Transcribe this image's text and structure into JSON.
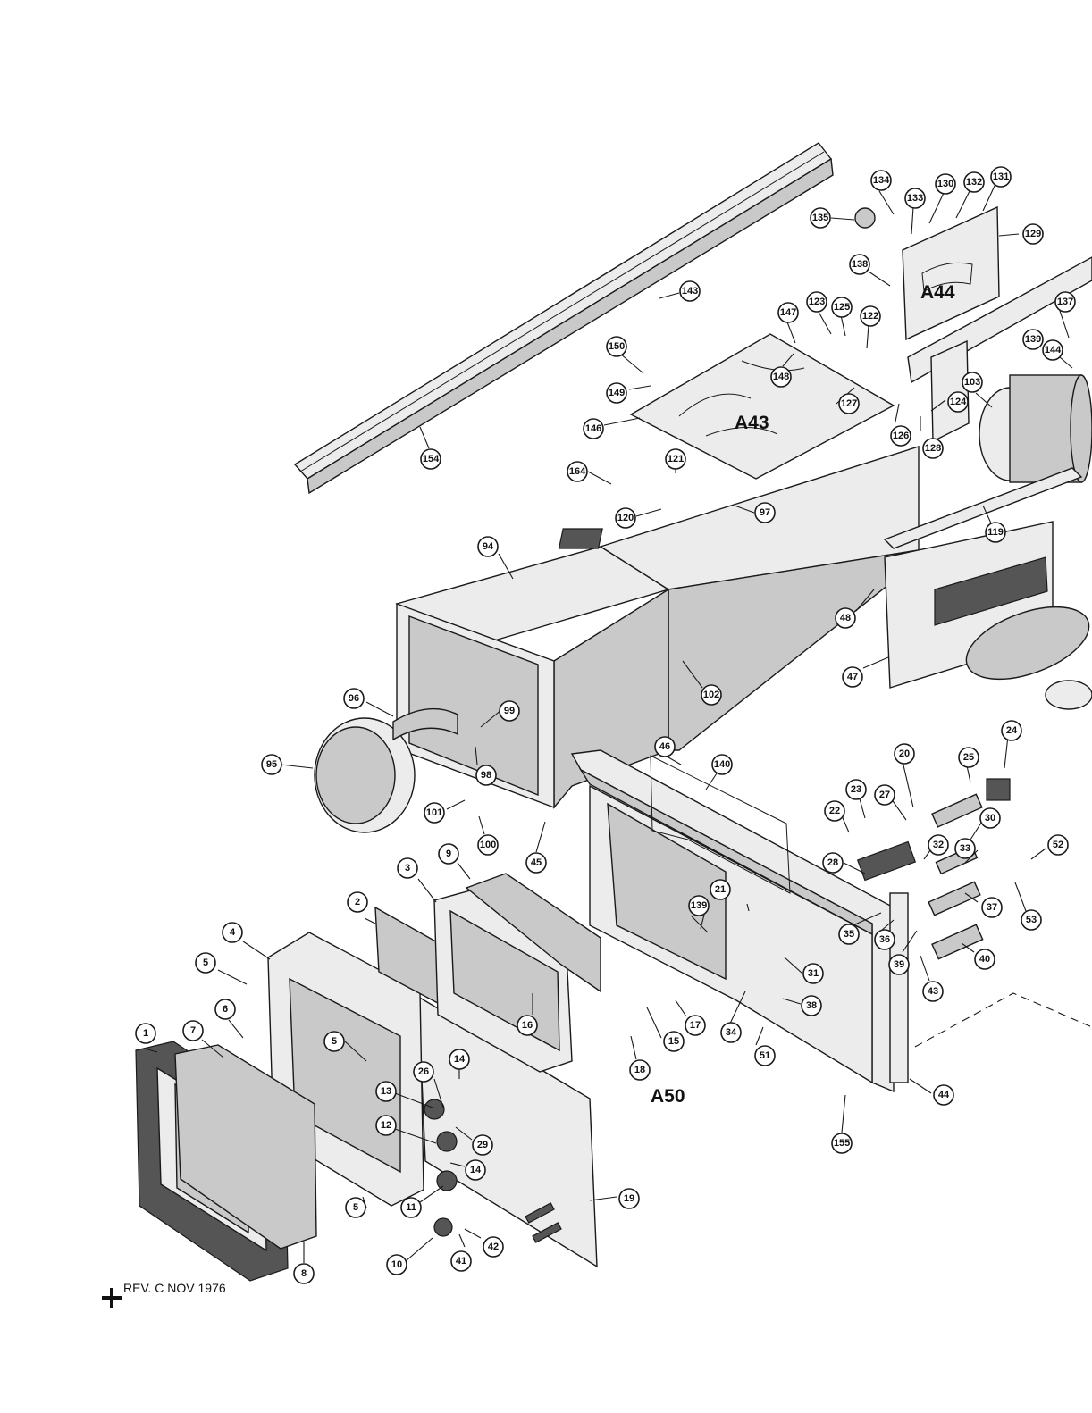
{
  "assembly_labels": {
    "a43": "A43",
    "a44": "A44",
    "a50": "A50"
  },
  "revision": "REV. C NOV 1976",
  "callouts": [
    {
      "id": "c1",
      "label": "1"
    },
    {
      "id": "c2",
      "label": "2"
    },
    {
      "id": "c3",
      "label": "3"
    },
    {
      "id": "c4",
      "label": "4"
    },
    {
      "id": "c5a",
      "label": "5"
    },
    {
      "id": "c5b",
      "label": "5"
    },
    {
      "id": "c5c",
      "label": "5"
    },
    {
      "id": "c6",
      "label": "6"
    },
    {
      "id": "c7",
      "label": "7"
    },
    {
      "id": "c8",
      "label": "8"
    },
    {
      "id": "c9",
      "label": "9"
    },
    {
      "id": "c10",
      "label": "10"
    },
    {
      "id": "c11",
      "label": "11"
    },
    {
      "id": "c12",
      "label": "12"
    },
    {
      "id": "c13",
      "label": "13"
    },
    {
      "id": "c14a",
      "label": "14"
    },
    {
      "id": "c14b",
      "label": "14"
    },
    {
      "id": "c15",
      "label": "15"
    },
    {
      "id": "c16",
      "label": "16"
    },
    {
      "id": "c17",
      "label": "17"
    },
    {
      "id": "c18",
      "label": "18"
    },
    {
      "id": "c19",
      "label": "19"
    },
    {
      "id": "c20",
      "label": "20"
    },
    {
      "id": "c21",
      "label": "21"
    },
    {
      "id": "c22",
      "label": "22"
    },
    {
      "id": "c23",
      "label": "23"
    },
    {
      "id": "c24",
      "label": "24"
    },
    {
      "id": "c25",
      "label": "25"
    },
    {
      "id": "c26",
      "label": "26"
    },
    {
      "id": "c27",
      "label": "27"
    },
    {
      "id": "c28",
      "label": "28"
    },
    {
      "id": "c29",
      "label": "29"
    },
    {
      "id": "c30",
      "label": "30"
    },
    {
      "id": "c31",
      "label": "31"
    },
    {
      "id": "c32",
      "label": "32"
    },
    {
      "id": "c33",
      "label": "33"
    },
    {
      "id": "c34",
      "label": "34"
    },
    {
      "id": "c35",
      "label": "35"
    },
    {
      "id": "c36",
      "label": "36"
    },
    {
      "id": "c37",
      "label": "37"
    },
    {
      "id": "c38",
      "label": "38"
    },
    {
      "id": "c39",
      "label": "39"
    },
    {
      "id": "c40",
      "label": "40"
    },
    {
      "id": "c41",
      "label": "41"
    },
    {
      "id": "c42",
      "label": "42"
    },
    {
      "id": "c43",
      "label": "43"
    },
    {
      "id": "c44",
      "label": "44"
    },
    {
      "id": "c45",
      "label": "45"
    },
    {
      "id": "c46",
      "label": "46"
    },
    {
      "id": "c47",
      "label": "47"
    },
    {
      "id": "c48",
      "label": "48"
    },
    {
      "id": "c51",
      "label": "51"
    },
    {
      "id": "c52",
      "label": "52"
    },
    {
      "id": "c53",
      "label": "53"
    },
    {
      "id": "c94",
      "label": "94"
    },
    {
      "id": "c95",
      "label": "95"
    },
    {
      "id": "c96",
      "label": "96"
    },
    {
      "id": "c97",
      "label": "97"
    },
    {
      "id": "c98",
      "label": "98"
    },
    {
      "id": "c99",
      "label": "99"
    },
    {
      "id": "c100",
      "label": "100"
    },
    {
      "id": "c101",
      "label": "101"
    },
    {
      "id": "c102",
      "label": "102"
    },
    {
      "id": "c103",
      "label": "103"
    },
    {
      "id": "c119",
      "label": "119"
    },
    {
      "id": "c120",
      "label": "120"
    },
    {
      "id": "c121",
      "label": "121"
    },
    {
      "id": "c122",
      "label": "122"
    },
    {
      "id": "c123",
      "label": "123"
    },
    {
      "id": "c124",
      "label": "124"
    },
    {
      "id": "c125",
      "label": "125"
    },
    {
      "id": "c126",
      "label": "126"
    },
    {
      "id": "c127",
      "label": "127"
    },
    {
      "id": "c128",
      "label": "128"
    },
    {
      "id": "c129",
      "label": "129"
    },
    {
      "id": "c130",
      "label": "130"
    },
    {
      "id": "c131",
      "label": "131"
    },
    {
      "id": "c132",
      "label": "132"
    },
    {
      "id": "c133",
      "label": "133"
    },
    {
      "id": "c134",
      "label": "134"
    },
    {
      "id": "c135",
      "label": "135"
    },
    {
      "id": "c137",
      "label": "137"
    },
    {
      "id": "c138",
      "label": "138"
    },
    {
      "id": "c139a",
      "label": "139"
    },
    {
      "id": "c139b",
      "label": "139"
    },
    {
      "id": "c140",
      "label": "140"
    },
    {
      "id": "c143",
      "label": "143"
    },
    {
      "id": "c144",
      "label": "144"
    },
    {
      "id": "c146",
      "label": "146"
    },
    {
      "id": "c147",
      "label": "147"
    },
    {
      "id": "c148",
      "label": "148"
    },
    {
      "id": "c149",
      "label": "149"
    },
    {
      "id": "c150",
      "label": "150"
    },
    {
      "id": "c154",
      "label": "154"
    },
    {
      "id": "c155",
      "label": "155"
    },
    {
      "id": "c164",
      "label": "164"
    }
  ]
}
